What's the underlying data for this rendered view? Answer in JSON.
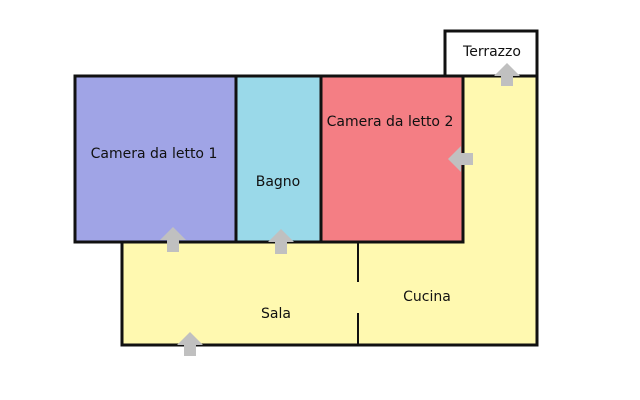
{
  "rooms": {
    "bedroom1": {
      "label": "Camera da letto 1",
      "color": "#a0a4e6"
    },
    "bathroom": {
      "label": "Bagno",
      "color": "#9ad9e9"
    },
    "bedroom2": {
      "label": "Camera da letto 2",
      "color": "#f47e84"
    },
    "living": {
      "label": "Sala",
      "color": "#fff9b0"
    },
    "kitchen": {
      "label": "Cucina",
      "color": "#fff9b0"
    },
    "terrace": {
      "label": "Terrazzo",
      "color": "#ffffff"
    }
  },
  "colors": {
    "wall": "#111111",
    "door_arrow": "#c0c0c0"
  }
}
